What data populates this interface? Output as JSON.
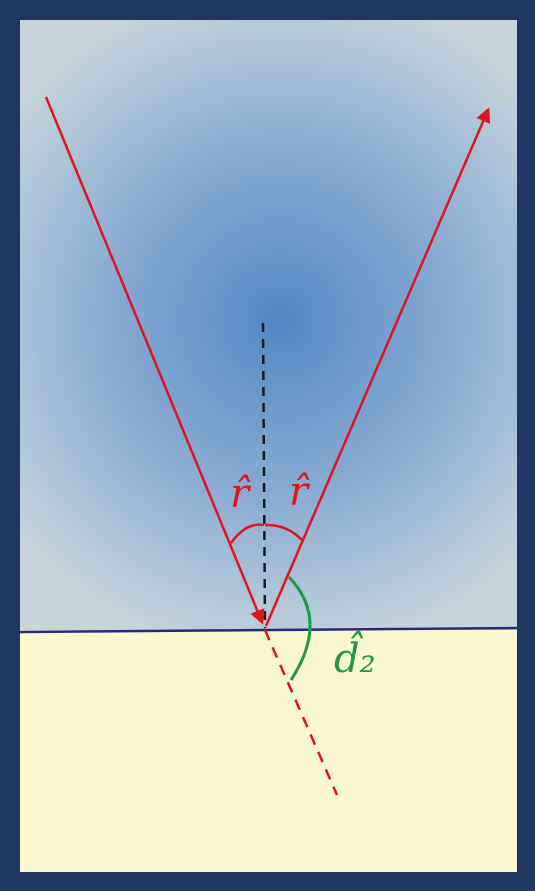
{
  "labels": {
    "incident_angle": "r̂",
    "reflected_angle": "r̂",
    "deviation_angle": "d̂₂"
  },
  "colors": {
    "frame": "#1f3660",
    "air_center": "#4f88c6",
    "air_edge": "#c4d3da",
    "water": "#faf7cf",
    "interface_line": "#2a2a7a",
    "rays": "#e0141e",
    "normal": "#1a1a1a",
    "deviation_arc": "#1e9a4a"
  }
}
